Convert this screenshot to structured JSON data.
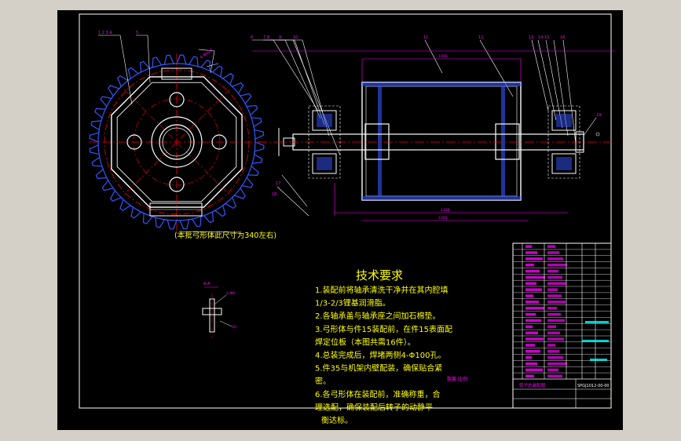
{
  "drawing": {
    "annotation_note": "(本批弓形体此尺寸为340左右)",
    "section_label": "A-A",
    "tech_requirements": {
      "title": "技术要求",
      "lines": [
        "1.装配前将轴承清洗干净并在其内腔填",
        "1/3-2/3锂基润滑脂。",
        "2.各轴承盖与轴承座之间加石棉垫。",
        "3.弓形体与件15装配前，在件15表面配",
        "焊定位板（本图共需16件）。",
        "4.总装完成后，焊堵两侧4-Φ100孔。",
        "5.件35与机架内壁配装，确保贴合紧",
        "密。",
        "6.各弓形体在装配前，准确称重，合",
        "理选配，确保装配后转子的动静平",
        "衡达标。"
      ]
    },
    "title_block": {
      "signature_labels": "数量  比例",
      "drawing_name": "转子总装配图",
      "drawing_number": "SPGJ1012-00-00"
    }
  },
  "colors": {
    "background": "#000000",
    "frame": "#ffffff",
    "outline": "#ffffff",
    "dimension": "#ff00ff",
    "centerline": "#ff0000",
    "hidden": "#0000ff",
    "text": "#ffff00",
    "leader": "#00ffff",
    "part": "#ffffff"
  }
}
